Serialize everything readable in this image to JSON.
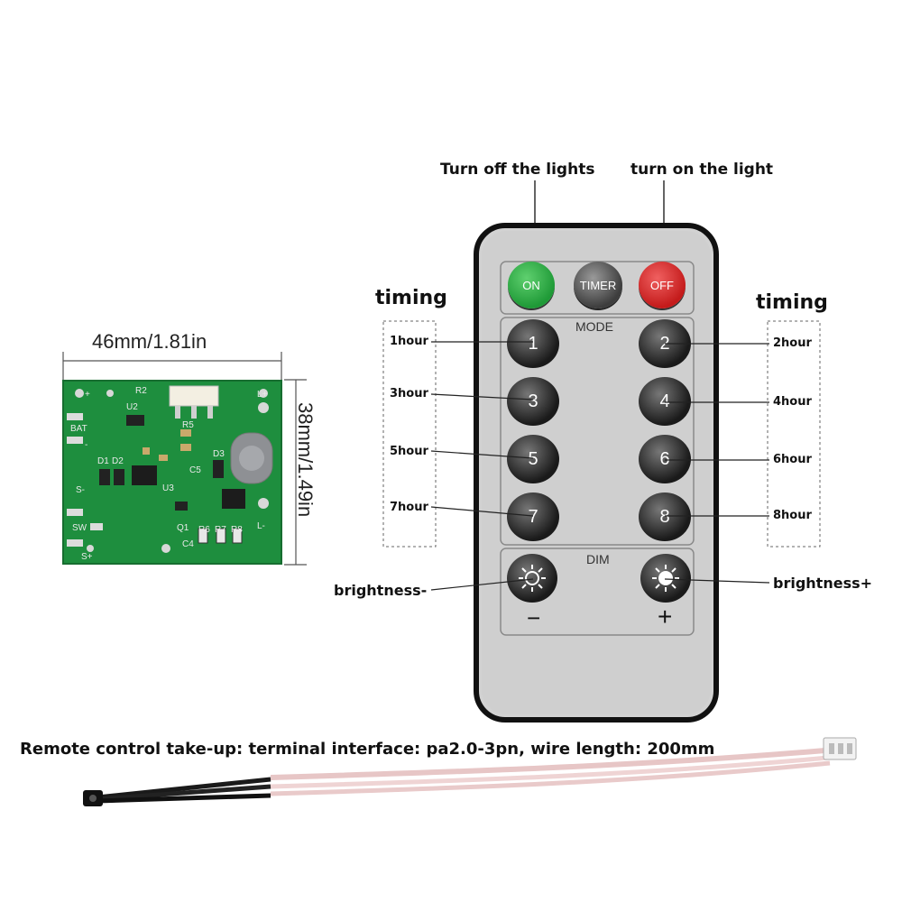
{
  "pcb": {
    "width_label": "46mm/1.81in",
    "height_label": "38mm/1.49in",
    "silkscreen": [
      "BAT",
      "L+",
      "L-",
      "S-",
      "S+",
      "SW",
      "+",
      "-",
      "R2",
      "U2",
      "D1",
      "D2",
      "Q1",
      "R5",
      "R6",
      "R7",
      "R8",
      "C5",
      "C4",
      "U3",
      "D3"
    ]
  },
  "remote": {
    "top_callouts": {
      "on": "Turn off the lights",
      "off": "turn on the light"
    },
    "top_buttons": {
      "on": "ON",
      "timer": "TIMER",
      "off": "OFF"
    },
    "mode_label": "MODE",
    "dim_label": "DIM",
    "number_buttons": [
      "1",
      "2",
      "3",
      "4",
      "5",
      "6",
      "7",
      "8"
    ],
    "minus": "−",
    "plus": "+"
  },
  "timing": {
    "left_title": "timing",
    "right_title": "timing",
    "left": [
      "1hour",
      "3hour",
      "5hour",
      "7hour"
    ],
    "right": [
      "2hour",
      "4hour",
      "6hour",
      "8hour"
    ]
  },
  "brightness": {
    "minus": "brightness-",
    "plus": "brightness+"
  },
  "cable": {
    "caption": "Remote control take-up: terminal interface: pa2.0-3pn, wire length: 200mm"
  }
}
